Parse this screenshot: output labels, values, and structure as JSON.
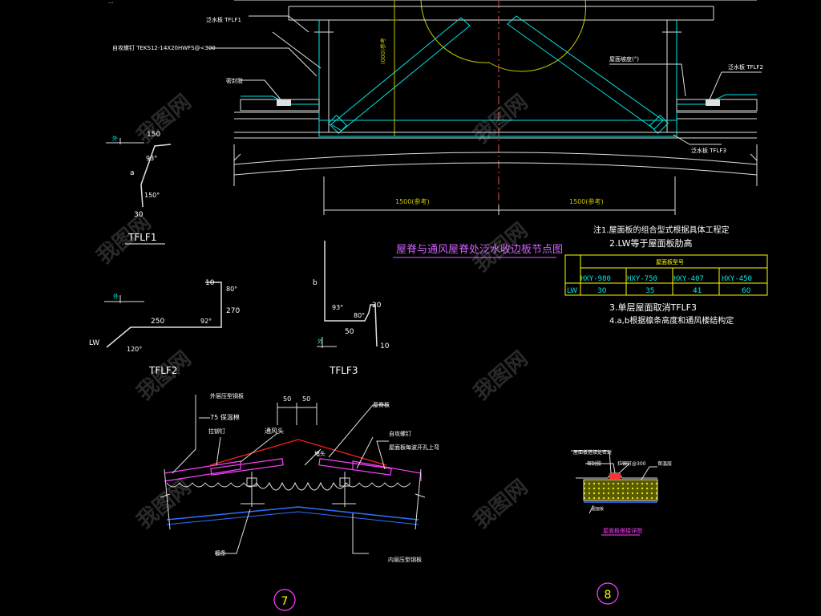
{
  "top": {
    "cut_label": "...",
    "flashing_label_1": "泛水板 TFLF1",
    "screw_note": "自攻螺钉 TEKS12-14X20HWFS@<300",
    "sealant_label": "密封胶",
    "angle_label": "屋面坡度(°)",
    "flashing_label_2": "泛水板 TFLF2",
    "flashing_label_3": "泛水板 TFLF3",
    "height_label": "(000)参考",
    "dim_left": "1500(参考)",
    "dim_right": "1500(参考)"
  },
  "detail_title": "屋脊与通风屋脊处泛水收边板节点图",
  "tflf1": {
    "name": "TFLF1",
    "dim_top": "150",
    "angle_1": "93°",
    "dim_mid": "a",
    "angle_2": "150°",
    "dim_bottom": "30",
    "mark": "外"
  },
  "tflf2": {
    "name": "TFLF2",
    "dim_10": "10",
    "angle_80": "80°",
    "dim_270": "270",
    "angle_92": "92°",
    "dim_250": "250",
    "dim_lw": "LW",
    "angle_120": "120°",
    "mark": "外"
  },
  "tflf3": {
    "name": "TFLF3",
    "dim_b": "b",
    "angle_93": "93°",
    "dim_20": "20",
    "angle_80": "80°",
    "dim_50": "50",
    "dim_10": "10",
    "mark": "外"
  },
  "notes": {
    "line1": "注1.屋面板的组合型式根据具体工程定",
    "line2": "2.LW等于屋面板肋高",
    "table_header": "屋面板型号",
    "types": [
      "HXY-980",
      "HXY-750",
      "HXY-407",
      "HXY-450"
    ],
    "row_label": "LW",
    "values": [
      "30",
      "35",
      "41",
      "60"
    ],
    "line3": "3.单层屋面取消TFLF3",
    "line4": "4.a,b根据檩条高度和通风楼结构定"
  },
  "detail7": {
    "label_outer": "外层压型钢板",
    "label_insul": "75  保温棉",
    "dim_50a": "50",
    "dim_50b": "50",
    "label_ridge": "屋脊板",
    "label_screw": "自攻螺钉",
    "label_cap": "通风头",
    "label_stitch": "拉铆钉",
    "label_rivet": "堵头",
    "label_sealed": "屋面板每波开孔上弯",
    "label_purlin": "檩条",
    "label_inner": "内层压型钢板",
    "number": "7"
  },
  "detail8": {
    "label_a": "屋面板搭接处密封",
    "label_b": "密封胶",
    "label_c": "拉铆钉@300",
    "label_d": "保温层",
    "label_e": "屋面板",
    "title": "屋面板搭接详图",
    "number": "8"
  },
  "watermark": "我图网"
}
